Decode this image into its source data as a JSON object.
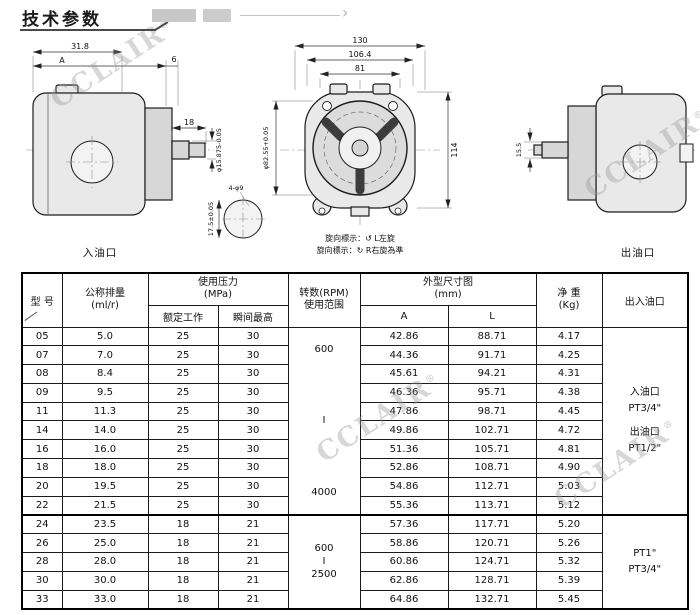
{
  "header": {
    "title": "技术参数",
    "arrow_icon": "›"
  },
  "watermark": {
    "text": "CCLAIR",
    "mark": "®"
  },
  "drawings": {
    "left_view": {
      "dim_width_total": "31.8",
      "dim_body_length": "A",
      "dim_step": "6",
      "dim_shaft_length": "18",
      "dim_shaft_dia": "φ15.875-0.05",
      "dim_bolt_note": "4-φ9",
      "dim_port_height": "17.5±0.05",
      "port_label": "入油口"
    },
    "front_view": {
      "dim_overall_width": "130",
      "dim_bolt_span": "106.4",
      "dim_inner_span": "81",
      "dim_pilot_dia": "φ82.55+0.05",
      "dim_overall_height": "114",
      "rotation_note_1": "旋向標示：↺ L左旋",
      "rotation_note_2": "旋向標示：↻ R右旋為準"
    },
    "right_view": {
      "dim_port_offset": "15.5",
      "port_label": "出油口"
    }
  },
  "table": {
    "headers": {
      "model": "型 号",
      "displacement": "公称排量",
      "displacement_unit": "(ml/r)",
      "pressure": "使用压力",
      "pressure_unit": "(MPa)",
      "rated": "额定工作",
      "max": "瞬间最高",
      "rpm_line1": "转数(RPM)",
      "rpm_line2": "使用范围",
      "dims": "外型尺寸图",
      "dims_unit": "(mm)",
      "dim_a": "A",
      "dim_l": "L",
      "weight": "净 重",
      "weight_unit": "(Kg)",
      "ports": "出入油口"
    },
    "groups": [
      {
        "rpm_lines": [
          "600",
          "I",
          "4000"
        ],
        "rpm_style": "rpm-spread",
        "port_lines": [
          "入油口",
          "PT3/4\"",
          "",
          "出油口",
          "PT1/2\""
        ],
        "rows": [
          {
            "model": "05",
            "displacement": "5.0",
            "rated": "25",
            "max": "30",
            "A": "42.86",
            "L": "88.71",
            "weight": "4.17"
          },
          {
            "model": "07",
            "displacement": "7.0",
            "rated": "25",
            "max": "30",
            "A": "44.36",
            "L": "91.71",
            "weight": "4.25"
          },
          {
            "model": "08",
            "displacement": "8.4",
            "rated": "25",
            "max": "30",
            "A": "45.61",
            "L": "94.21",
            "weight": "4.31"
          },
          {
            "model": "09",
            "displacement": "9.5",
            "rated": "25",
            "max": "30",
            "A": "46.36",
            "L": "95.71",
            "weight": "4.38"
          },
          {
            "model": "11",
            "displacement": "11.3",
            "rated": "25",
            "max": "30",
            "A": "47.86",
            "L": "98.71",
            "weight": "4.45"
          },
          {
            "model": "14",
            "displacement": "14.0",
            "rated": "25",
            "max": "30",
            "A": "49.86",
            "L": "102.71",
            "weight": "4.72"
          },
          {
            "model": "16",
            "displacement": "16.0",
            "rated": "25",
            "max": "30",
            "A": "51.36",
            "L": "105.71",
            "weight": "4.81"
          },
          {
            "model": "18",
            "displacement": "18.0",
            "rated": "25",
            "max": "30",
            "A": "52.86",
            "L": "108.71",
            "weight": "4.90"
          },
          {
            "model": "20",
            "displacement": "19.5",
            "rated": "25",
            "max": "30",
            "A": "54.86",
            "L": "112.71",
            "weight": "5.03"
          },
          {
            "model": "22",
            "displacement": "21.5",
            "rated": "25",
            "max": "30",
            "A": "55.36",
            "L": "113.71",
            "weight": "5.12"
          }
        ]
      },
      {
        "rpm_lines": [
          "600",
          "I",
          "2500"
        ],
        "rpm_style": "rpm-compact",
        "port_lines": [
          "PT1\"",
          "PT3/4\""
        ],
        "rows": [
          {
            "model": "24",
            "displacement": "23.5",
            "rated": "18",
            "max": "21",
            "A": "57.36",
            "L": "117.71",
            "weight": "5.20"
          },
          {
            "model": "26",
            "displacement": "25.0",
            "rated": "18",
            "max": "21",
            "A": "58.86",
            "L": "120.71",
            "weight": "5.26"
          },
          {
            "model": "28",
            "displacement": "28.0",
            "rated": "18",
            "max": "21",
            "A": "60.86",
            "L": "124.71",
            "weight": "5.32"
          },
          {
            "model": "30",
            "displacement": "30.0",
            "rated": "18",
            "max": "21",
            "A": "62.86",
            "L": "128.71",
            "weight": "5.39"
          },
          {
            "model": "33",
            "displacement": "33.0",
            "rated": "18",
            "max": "21",
            "A": "64.86",
            "L": "132.71",
            "weight": "5.45"
          }
        ]
      }
    ]
  }
}
